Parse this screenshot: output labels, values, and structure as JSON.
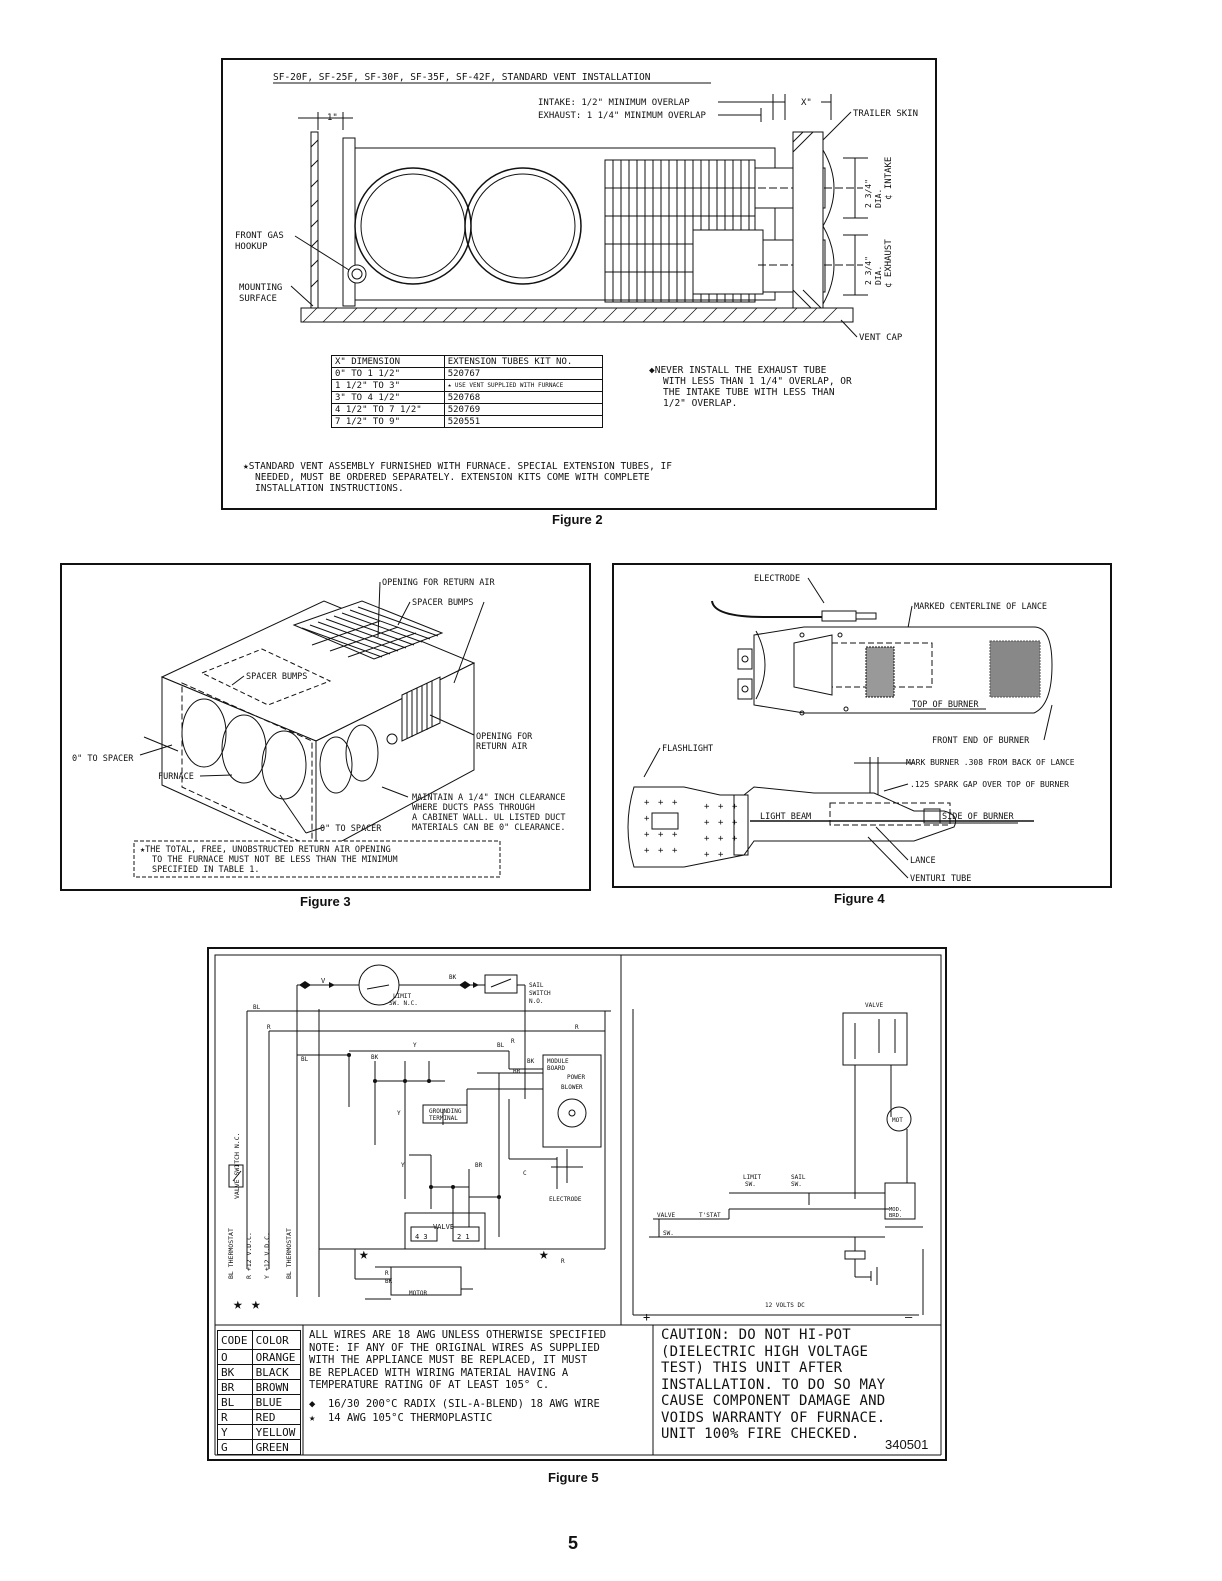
{
  "figure2": {
    "title": "SF-20F, SF-25F, SF-30F, SF-35F, SF-42F, STANDARD VENT INSTALLATION",
    "intake_overlap": "INTAKE: 1/2\" MINIMUM OVERLAP",
    "exhaust_overlap": "EXHAUST: 1 1/4\" MINIMUM OVERLAP",
    "x_mark": "X\"",
    "one_inch": "1\"",
    "trailer_skin": "TRAILER SKIN",
    "front_gas_hookup_1": "FRONT GAS",
    "front_gas_hookup_2": "HOOKUP",
    "mounting_surface_1": "MOUNTING",
    "mounting_surface_2": "SURFACE",
    "vent_cap": "VENT CAP",
    "intake_label": "¢ INTAKE",
    "exhaust_label": "¢ EXHAUST",
    "dia_top": "2 3/4\"",
    "dia_bottom": "2 3/4\"",
    "dia_word": "DIA.",
    "table_headers": [
      "X\" DIMENSION",
      "EXTENSION TUBES KIT NO."
    ],
    "table_rows": [
      [
        "0\" TO 1 1/2\"",
        "520767"
      ],
      [
        "1 1/2\" TO 3\"",
        "★ USE VENT SUPPLIED WITH FURNACE"
      ],
      [
        "3\" TO 4 1/2\"",
        "520768"
      ],
      [
        "4 1/2\" TO 7 1/2\"",
        "520769"
      ],
      [
        "7 1/2\" TO 9\"",
        "520551"
      ]
    ],
    "never_note": [
      "◆NEVER INSTALL THE EXHAUST TUBE",
      "WITH LESS THAN 1 1/4\" OVERLAP, OR",
      "THE INTAKE TUBE WITH LESS THAN",
      "1/2\" OVERLAP."
    ],
    "star_note": [
      "★STANDARD VENT ASSEMBLY FURNISHED WITH FURNACE. SPECIAL EXTENSION TUBES, IF",
      "NEEDED, MUST BE ORDERED SEPARATELY. EXTENSION KITS COME WITH COMPLETE",
      "INSTALLATION INSTRUCTIONS."
    ],
    "caption": "Figure 2"
  },
  "figure3": {
    "opening_return_top": "OPENING FOR RETURN AIR",
    "spacer_bumps_top": "SPACER BUMPS",
    "spacer_bumps_side": "SPACER BUMPS",
    "opening_for": "OPENING FOR",
    "return_air": "RETURN AIR",
    "zero_to_spacer_left": "0\" TO SPACER",
    "furnace": "FURNACE",
    "zero_to_spacer_bottom": "0\" TO SPACER",
    "maintain": [
      "MAINTAIN A 1/4\" INCH CLEARANCE",
      "WHERE DUCTS PASS THROUGH",
      "A CABINET WALL. UL LISTED DUCT",
      "MATERIALS CAN BE 0\" CLEARANCE."
    ],
    "note": [
      "★THE TOTAL, FREE, UNOBSTRUCTED RETURN AIR OPENING",
      "TO THE FURNACE MUST NOT BE LESS THAN THE MINIMUM",
      "SPECIFIED IN TABLE 1."
    ],
    "caption": "Figure 3"
  },
  "figure4": {
    "electrode": "ELECTRODE",
    "marked_centerline": "MARKED CENTERLINE OF LANCE",
    "top_of_burner": "TOP OF BURNER",
    "front_end": "FRONT END OF BURNER",
    "flashlight": "FLASHLIGHT",
    "mark_burner": "MARK BURNER .308 FROM BACK OF LANCE",
    "spark_gap": ".125 SPARK GAP OVER TOP OF BURNER",
    "light_beam": "LIGHT BEAM",
    "side_of_burner": "SIDE OF BURNER",
    "lance": "LANCE",
    "venturi_tube": "VENTURI TUBE",
    "caption": "Figure 4"
  },
  "figure5": {
    "limit_sw": [
      "LIMIT",
      "SW. N.C."
    ],
    "sail_switch": [
      "SAIL",
      "SWITCH",
      "N.O."
    ],
    "module_board": [
      "MODULE",
      "BOARD"
    ],
    "power": "POWER",
    "blower": "BLOWER",
    "grounding_terminal": [
      "GROUNDING",
      "TERMINAL"
    ],
    "electrode": "ELECTRODE",
    "valve": "VALVE",
    "motor": "MOTOR",
    "wire_y": "Y",
    "wire_bk": "BK",
    "wire_bl": "BL",
    "wire_r": "R",
    "wire_br": "BR",
    "wire_c": "C",
    "vertical_labels": [
      "BL THERMOSTAT",
      "R +12 V.D.C.",
      "Y +12 V.D.C.",
      "BL THERMOSTAT"
    ],
    "valve_switch_nc": "VALVE SWITCH N.C.",
    "ladder_valve": "VALVE",
    "ladder_mot": "MOT",
    "ladder_limit": [
      "LIMIT",
      "SW."
    ],
    "ladder_sail": [
      "SAIL",
      "SW."
    ],
    "ladder_valve_sw": [
      "VALVE",
      "SW."
    ],
    "ladder_tstat": "T'STAT",
    "ladder_mod": [
      "MOD.",
      "BRD."
    ],
    "ladder_12v": "12 VOLTS DC",
    "plus": "+",
    "minus": "—",
    "code_headers": [
      "CODE",
      "COLOR"
    ],
    "codes": [
      [
        "O",
        "ORANGE"
      ],
      [
        "BK",
        "BLACK"
      ],
      [
        "BR",
        "BROWN"
      ],
      [
        "BL",
        "BLUE"
      ],
      [
        "R",
        "RED"
      ],
      [
        "Y",
        "YELLOW"
      ],
      [
        "G",
        "GREEN"
      ]
    ],
    "notes": [
      "ALL WIRES ARE 18 AWG UNLESS OTHERWISE SPECIFIED",
      "NOTE: IF ANY OF THE ORIGINAL WIRES AS SUPPLIED",
      "WITH THE APPLIANCE MUST BE REPLACED, IT MUST",
      "BE REPLACED WITH WIRING MATERIAL HAVING A",
      "TEMPERATURE RATING OF AT LEAST 105° C."
    ],
    "legend_diamond": "16/30 200°C RADIX (SIL-A-BLEND) 18 AWG WIRE",
    "legend_star": "14 AWG 105°C THERMOPLASTIC",
    "caution": [
      "CAUTION: DO NOT HI-POT",
      "(DIELECTRIC HIGH VOLTAGE",
      "TEST) THIS UNIT AFTER",
      "INSTALLATION. TO DO SO MAY",
      "CAUSE COMPONENT DAMAGE AND",
      "VOIDS WARRANTY OF FURNACE.",
      "UNIT 100% FIRE CHECKED."
    ],
    "part_no": "340501",
    "caption": "Figure 5"
  },
  "page_number": "5"
}
